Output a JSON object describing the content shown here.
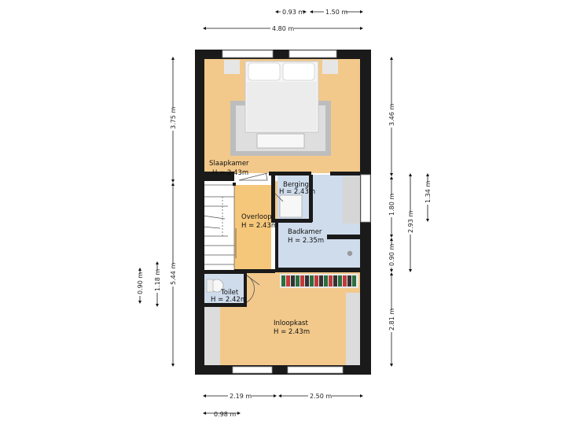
{
  "rooms": {
    "slaapkamer": {
      "name": "Slaapkamer",
      "height": "H = 2.43m"
    },
    "berging": {
      "name": "Berging",
      "height": "H = 2.43m"
    },
    "overloop": {
      "name": "Overloop",
      "height": "H = 2.43m"
    },
    "badkamer": {
      "name": "Badkamer",
      "height": "H = 2.35m"
    },
    "toilet": {
      "name": "Toilet",
      "height": "H = 2.42m"
    },
    "inloopkast": {
      "name": "Inloopkast",
      "height": "H = 2.43m"
    }
  },
  "dimensions": {
    "top_small_a": "0.93 m",
    "top_small_b": "1.50 m",
    "top_overall": "4.80 m",
    "left_upper": "3.75 m",
    "left_lower": "5.44 m",
    "left_small_a": "0.90 m",
    "left_small_b": "1.18 m",
    "right_upper": "3.46 m",
    "right_mid": "1.80 m",
    "right_small": "0.90 m",
    "right_lower": "2.81 m",
    "right_outer_a": "2.93 m",
    "right_outer_b": "1.34 m",
    "bottom_left": "2.19 m",
    "bottom_right": "2.50 m",
    "bottom_small": "0.98 m"
  },
  "colors": {
    "wall": "#1a1a1a",
    "bedroom_floor": "#f2c98b",
    "landing_floor": "#f5c77a",
    "bathroom_floor": "#cfdcec",
    "walkin_floor": "#f2c98b",
    "toilet_floor": "#cfdcec",
    "stairs": "#ffffff",
    "window": "#cccccc"
  }
}
